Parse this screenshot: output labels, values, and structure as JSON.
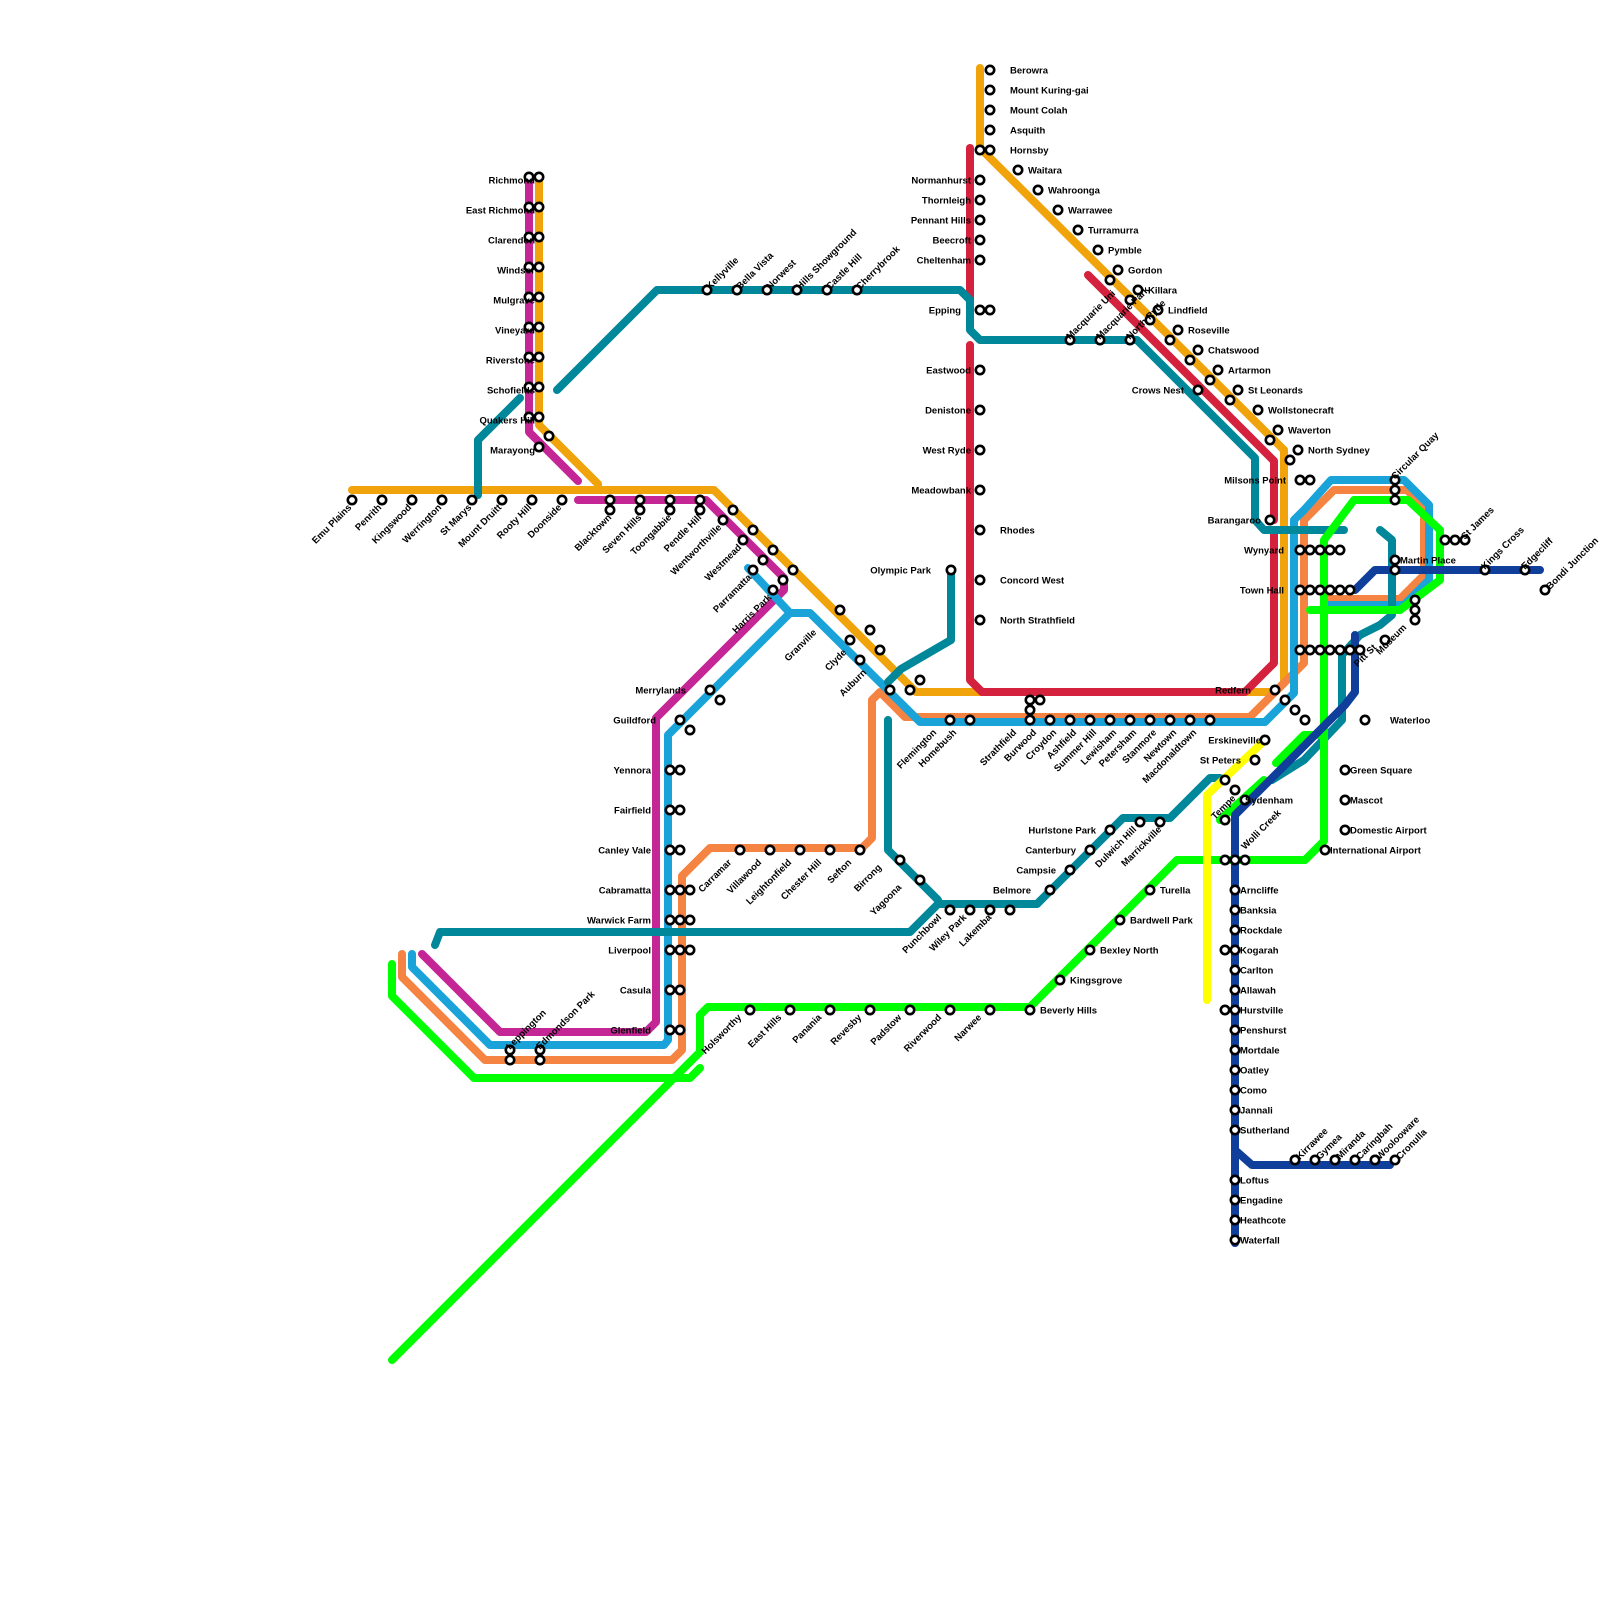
{
  "colors": {
    "orange": "#f0a30a",
    "magenta": "#c42795",
    "teal": "#00879a",
    "red": "#d4213d",
    "cyan": "#1aa3d8",
    "coral": "#f58442",
    "green": "#00ff00",
    "yellow": "#ffff00",
    "navy": "#0f3f9a"
  },
  "stations": {
    "richmond": "Richmond",
    "east_richmond": "East Richmond",
    "clarendon": "Clarendon",
    "windsor": "Windsor",
    "mulgrave": "Mulgrave",
    "vineyard": "Vineyard",
    "riverstone": "Riverstone",
    "schofields": "Schofields",
    "quakers_hill": "Quakers Hill",
    "marayong": "Marayong",
    "emu_plains": "Emu Plains",
    "penrith": "Penrith",
    "kingswood": "Kingswood",
    "werrington": "Werrington",
    "st_marys": "St Marys",
    "mount_druitt": "Mount Druitt",
    "rooty_hill": "Rooty Hill",
    "doonside": "Doonside",
    "blacktown": "Blacktown",
    "seven_hills": "Seven Hills",
    "toongabbie": "Toongabbie",
    "pendle_hill": "Pendle Hill",
    "wentworthville": "Wentworthville",
    "westmead": "Westmead",
    "parramatta": "Parramatta",
    "harris_park": "Harris Park",
    "kellyville": "Kellyville",
    "bella_vista": "Bella Vista",
    "norwest": "Norwest",
    "hills_showground": "Hills Showground",
    "castle_hill": "Castle Hill",
    "cherrybrook": "Cherrybrook",
    "berowra": "Berowra",
    "mount_kuring_gai": "Mount Kuring-gai",
    "mount_colah": "Mount Colah",
    "asquith": "Asquith",
    "hornsby": "Hornsby",
    "waitara": "Waitara",
    "wahroonga": "Wahroonga",
    "warrawee": "Warrawee",
    "turramurra": "Turramurra",
    "pymble": "Pymble",
    "gordon": "Gordon",
    "killara": "Killara",
    "lindfield": "Lindfield",
    "roseville": "Roseville",
    "chatswood": "Chatswood",
    "artarmon": "Artarmon",
    "st_leonards": "St Leonards",
    "wollstonecraft": "Wollstonecraft",
    "waverton": "Waverton",
    "north_sydney": "North Sydney",
    "milsons_point": "Milsons Point",
    "normanhurst": "Normanhurst",
    "thornleigh": "Thornleigh",
    "pennant_hills": "Pennant Hills",
    "beecroft": "Beecroft",
    "cheltenham": "Cheltenham",
    "epping": "Epping",
    "eastwood": "Eastwood",
    "denistone": "Denistone",
    "west_ryde": "West Ryde",
    "meadowbank": "Meadowbank",
    "rhodes": "Rhodes",
    "concord_west": "Concord West",
    "north_strathfield": "North Strathfield",
    "macquarie_uni": "Macquarie Uni",
    "macquarie_park": "Macquarie Park",
    "north_ryde": "North Ryde",
    "crows_nest": "Crows Nest",
    "barangaroo": "Barangaroo",
    "wynyard": "Wynyard",
    "town_hall": "Town Hall",
    "circular_quay": "Circular Quay",
    "martin_place": "Martin Place",
    "st_james": "St James",
    "kings_cross": "Kings Cross",
    "edgecliff": "Edgecliff",
    "bondi_junction": "Bondi Junction",
    "museum": "Museum",
    "pitt_st": "Pitt St",
    "waterloo": "Waterloo",
    "redfern": "Redfern",
    "erskineville": "Erskineville",
    "st_peters": "St Peters",
    "sydenham": "Sydenham",
    "green_square": "Green Square",
    "mascot": "Mascot",
    "domestic_airport": "Domestic Airport",
    "international_airport": "International Airport",
    "wolli_creek": "Wolli Creek",
    "tempe": "Tempe",
    "arncliffe": "Arncliffe",
    "banksia": "Banksia",
    "rockdale": "Rockdale",
    "kogarah": "Kogarah",
    "carlton": "Carlton",
    "allawah": "Allawah",
    "hurstville": "Hurstville",
    "penshurst": "Penshurst",
    "mortdale": "Mortdale",
    "oatley": "Oatley",
    "como": "Como",
    "jannali": "Jannali",
    "sutherland": "Sutherland",
    "loftus": "Loftus",
    "engadine": "Engadine",
    "heathcote": "Heathcote",
    "waterfall": "Waterfall",
    "kirrawee": "Kirrawee",
    "gymea": "Gymea",
    "miranda": "Miranda",
    "caringbah": "Caringbah",
    "woolooware": "Woolooware",
    "cronulla": "Cronulla",
    "olympic_park": "Olympic Park",
    "flemington": "Flemington",
    "homebush": "Homebush",
    "strathfield": "Strathfield",
    "burwood": "Burwood",
    "croydon": "Croydon",
    "ashfield": "Ashfield",
    "summer_hill": "Summer Hill",
    "lewisham": "Lewisham",
    "petersham": "Petersham",
    "stanmore": "Stanmore",
    "newtown": "Newtown",
    "macdonaldtown": "Macdonaldtown",
    "granville": "Granville",
    "clyde": "Clyde",
    "auburn": "Auburn",
    "merrylands": "Merrylands",
    "guildford": "Guildford",
    "yennora": "Yennora",
    "fairfield": "Fairfield",
    "canley_vale": "Canley Vale",
    "cabramatta": "Cabramatta",
    "warwick_farm": "Warwick Farm",
    "liverpool": "Liverpool",
    "casula": "Casula",
    "glenfield": "Glenfield",
    "leppington": "Leppington",
    "edmondson_park": "Edmondson Park",
    "carramar": "Carramar",
    "villawood": "Villawood",
    "leightonfield": "Leightonfield",
    "chester_hill": "Chester Hill",
    "sefton": "Sefton",
    "birrong": "Birrong",
    "yagoona": "Yagoona",
    "punchbowl": "Punchbowl",
    "wiley_park": "Wiley Park",
    "lakemba": "Lakemba",
    "belmore": "Belmore",
    "campsie": "Campsie",
    "canterbury": "Canterbury",
    "hurlstone_park": "Hurlstone Park",
    "dulwich_hill": "Dulwich Hill",
    "marrickville": "Marrickville",
    "turella": "Turella",
    "bardwell_park": "Bardwell Park",
    "bexley_north": "Bexley North",
    "kingsgrove": "Kingsgrove",
    "beverly_hills": "Beverly Hills",
    "narwee": "Narwee",
    "riverwood": "Riverwood",
    "padstow": "Padstow",
    "revesby": "Revesby",
    "panania": "Panania",
    "east_hills": "East Hills",
    "holsworthy": "Holsworthy"
  }
}
